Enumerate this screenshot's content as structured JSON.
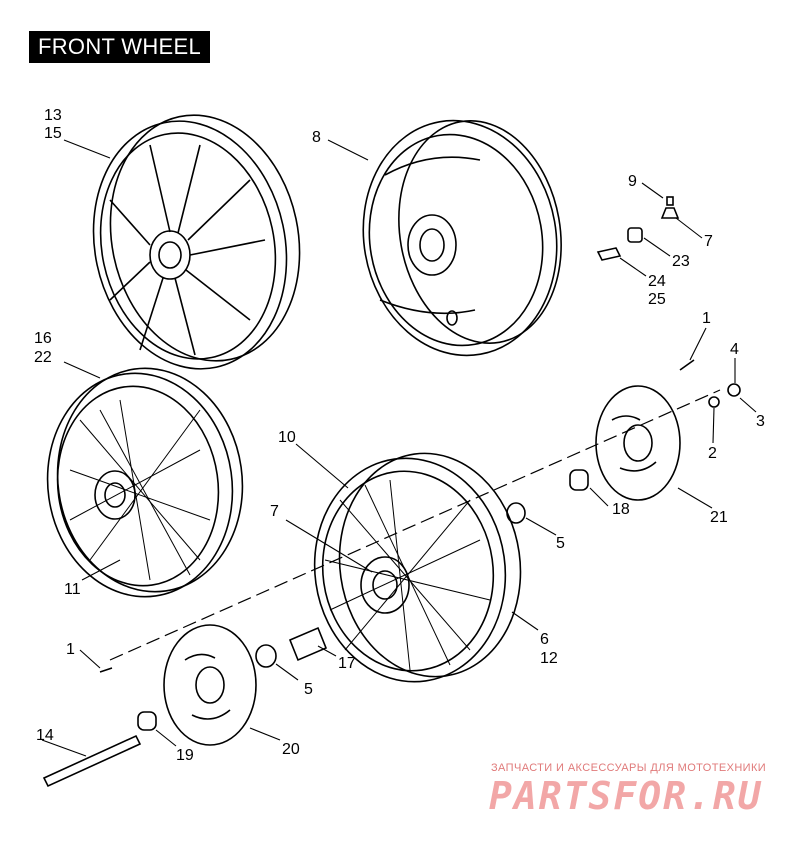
{
  "title": "FRONT WHEEL",
  "callouts": [
    {
      "id": "13",
      "text": "13"
    },
    {
      "id": "15",
      "text": "15"
    },
    {
      "id": "8",
      "text": "8"
    },
    {
      "id": "9",
      "text": "9"
    },
    {
      "id": "7a",
      "text": "7"
    },
    {
      "id": "23",
      "text": "23"
    },
    {
      "id": "24",
      "text": "24"
    },
    {
      "id": "25",
      "text": "25"
    },
    {
      "id": "16",
      "text": "16"
    },
    {
      "id": "22",
      "text": "22"
    },
    {
      "id": "1a",
      "text": "1"
    },
    {
      "id": "4",
      "text": "4"
    },
    {
      "id": "3",
      "text": "3"
    },
    {
      "id": "2",
      "text": "2"
    },
    {
      "id": "10",
      "text": "10"
    },
    {
      "id": "7b",
      "text": "7"
    },
    {
      "id": "18",
      "text": "18"
    },
    {
      "id": "21",
      "text": "21"
    },
    {
      "id": "5a",
      "text": "5"
    },
    {
      "id": "11",
      "text": "11"
    },
    {
      "id": "6",
      "text": "6"
    },
    {
      "id": "12",
      "text": "12"
    },
    {
      "id": "1b",
      "text": "1"
    },
    {
      "id": "17",
      "text": "17"
    },
    {
      "id": "5b",
      "text": "5"
    },
    {
      "id": "14",
      "text": "14"
    },
    {
      "id": "19",
      "text": "19"
    },
    {
      "id": "20",
      "text": "20"
    }
  ],
  "watermark": {
    "tagline": "ЗАПЧАСТИ И АКСЕССУАРЫ ДЛЯ МОТОТЕХНИКИ",
    "brand": "PARTSFOR.RU"
  }
}
